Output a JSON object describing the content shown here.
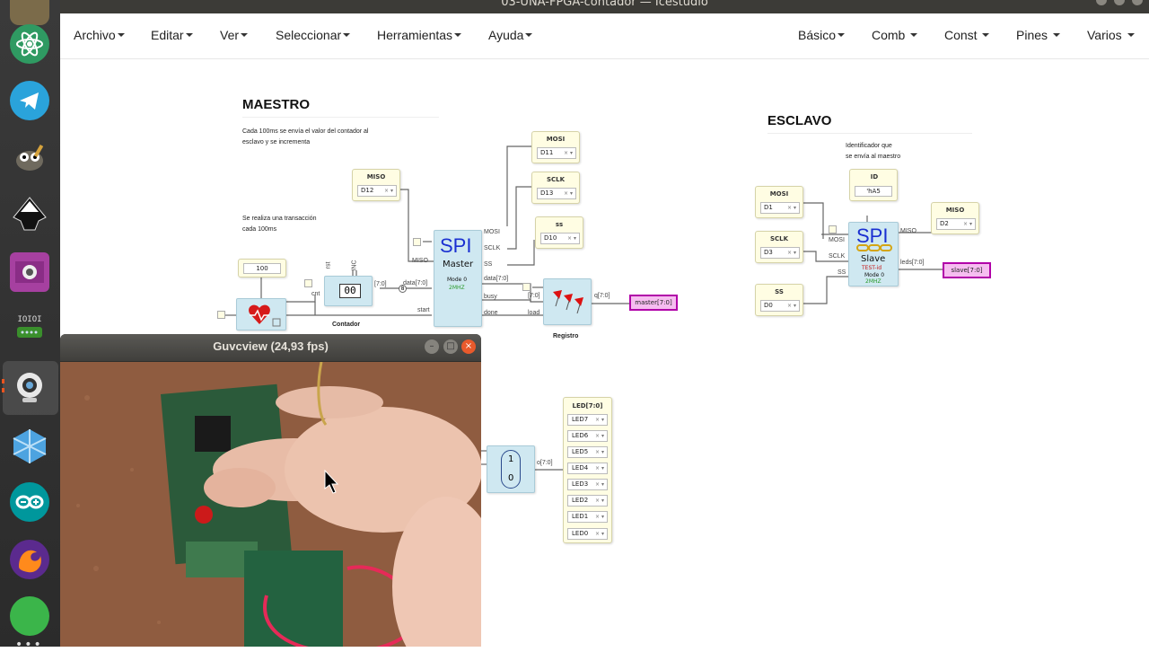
{
  "window": {
    "title": "03-UNA-FPGA-contador — Icestudio"
  },
  "menu": {
    "left": [
      "Archivo",
      "Editar",
      "Ver",
      "Seleccionar",
      "Herramientas",
      "Ayuda"
    ],
    "right": [
      "Básico",
      "Comb",
      "Const",
      "Pines",
      "Varios"
    ]
  },
  "master": {
    "title": "MAESTRO",
    "note1": [
      "Cada 100ms se envía el valor del contador al",
      "esclavo y se incrementa"
    ],
    "note2": [
      "Se realiza una transacción",
      "cada 100ms"
    ],
    "const_value": "100",
    "counter_caption": "Contador",
    "counter_ports": {
      "rst": "rst",
      "inc": "INC",
      "cnt": "cnt",
      "bus": "[7:0]"
    },
    "counter_digits": "00",
    "bus_width": "8",
    "pins": {
      "miso": {
        "name": "MISO",
        "value": "D12"
      },
      "mosi": {
        "name": "MOSI",
        "value": "D11"
      },
      "sclk": {
        "name": "SCLK",
        "value": "D13"
      },
      "ss": {
        "name": "ss",
        "value": "D10"
      }
    },
    "spi": {
      "logo": "SPI",
      "role": "Master",
      "mode": "Mode 0",
      "freq": "2MHZ",
      "ports_left": [
        "MISO",
        "data[7:0]",
        "start"
      ],
      "ports_right": [
        "MOSI",
        "SCLK",
        "SS",
        "data[7:0]",
        "busy",
        "done"
      ]
    },
    "register": {
      "caption": "Registro",
      "in": "[7:0]",
      "load": "load",
      "out": "q[7:0]"
    },
    "output_label": "master[7:0]"
  },
  "slave": {
    "title": "ESCLAVO",
    "note": [
      "Identificador que",
      "se envía al maestro"
    ],
    "id_block": {
      "name": "ID",
      "value": "'hA5"
    },
    "pins": {
      "mosi": {
        "name": "MOSI",
        "value": "D1"
      },
      "sclk": {
        "name": "SCLK",
        "value": "D3"
      },
      "ss": {
        "name": "SS",
        "value": "D0"
      },
      "miso": {
        "name": "MISO",
        "value": "D2"
      }
    },
    "spi": {
      "logo": "SPI",
      "role": "Slave",
      "test": "TEST-id",
      "mode": "Mode 0",
      "freq": "2MHZ",
      "ports_left": [
        "MOSI",
        "SCLK",
        "SS"
      ],
      "ports_right": [
        "MISO",
        "leds[7:0]"
      ]
    },
    "output_label": "slave[7:0]"
  },
  "mux": {
    "top": "1",
    "bottom": "0",
    "out": "o[7:0]"
  },
  "leds": {
    "name": "LED[7:0]",
    "items": [
      "LED7",
      "LED6",
      "LED5",
      "LED4",
      "LED3",
      "LED2",
      "LED1",
      "LED0"
    ]
  },
  "guvcview": {
    "title": "Guvcview  (24,93 fps)"
  },
  "colors": {
    "module_fill": "#cfe8f1",
    "pin_fill": "#fffde3",
    "label_fill": "#f6bdf0",
    "label_border": "#b100a8"
  }
}
